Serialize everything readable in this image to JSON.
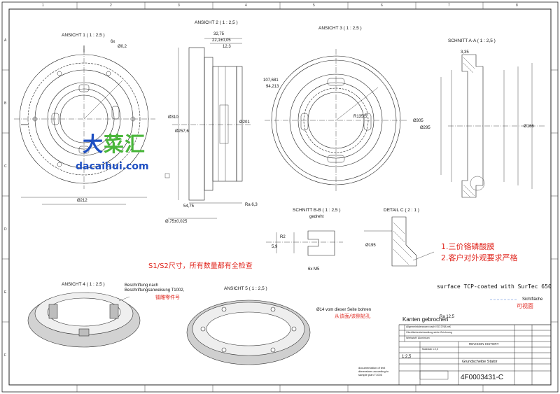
{
  "views": {
    "ansicht1": "ANSICHT 1 ( 1 : 2,5 )",
    "ansicht2": "ANSICHT 2 ( 1 : 2,5 )",
    "ansicht3": "ANSICHT 3 ( 1 : 2,5 )",
    "schnitt_aa": "SCHNITT A-A ( 1 : 2,5 )",
    "schnitt_bb": "SCHNITT B-B ( 1 : 2,5 )",
    "schnitt_bb_sub": "gedreht",
    "detail_c": "DETAIL C ( 2 : 1 )",
    "ansicht4": "ANSICHT 4 ( 1 : 2,5 )",
    "ansicht5": "ANSICHT 5 ( 1 : 2,5 )"
  },
  "dimensions": {
    "d1": "Ø0,2",
    "d2": "6x",
    "d3": "32,75",
    "d4": "22,1±0,05",
    "d5": "12,3",
    "d6": "Ø212",
    "d7": "Ø310",
    "d8": "Ø257,6",
    "d9": "Ø201",
    "d10": "107,681",
    "d11": "94,213",
    "d12": "Ø305",
    "d13": "Ø295",
    "d14": "R135,5",
    "d15": "3,35",
    "d16": "Ø166",
    "d17": "6x M5",
    "d18": "Ø195",
    "d19": "54,75",
    "d20": "Ø,75±0,025",
    "d21": "R2",
    "d22": "5,9",
    "d23": "Ra 6,3",
    "d24": "Ra 12,5"
  },
  "notes": {
    "beschriftung_de": "Beschriftung nach\nBeschriftungsanweisung T1002,",
    "beschriftung_cn": "镭雕零件号",
    "bohren_de": "Ø14 vom dieser Seite bohren",
    "bohren_cn": "从该面/该侧钻孔",
    "s1s2": "S1/S2尺寸，所有数量都有全检查",
    "note1": "1.三价铬磷酸膜",
    "note2": "2.客户对外观要求严格",
    "surface": "surface TCP-coated with SurTec 650",
    "sichtflaeche": "Sichtfläche",
    "sichtflaeche_cn": "可视面",
    "kanten": "Kanten gebrochen",
    "doc_of_test": "documentation of test\ndimensions according to\nsample plan T1003"
  },
  "title_block": {
    "drawing_number": "4F0003431-C",
    "scale": "1:2,5",
    "part_name": "Grundscheibe Stator",
    "revision_header": "REVISION HISTORY",
    "rows": [
      "Allgemeintoleranzen nach ISO 2768-mK",
      "Oberflächenbehandlung siehe Zeichnung",
      "Werkstoff: Aluminium",
      "Maßstab 1:2,5"
    ]
  },
  "watermark": {
    "line1_a": "大",
    "line1_b": "菜汇",
    "line2": "dacaihui.com"
  },
  "grid_top": [
    "1",
    "2",
    "3",
    "4",
    "5",
    "6",
    "7",
    "8"
  ],
  "grid_side": [
    "A",
    "B",
    "C",
    "D",
    "E",
    "F"
  ]
}
